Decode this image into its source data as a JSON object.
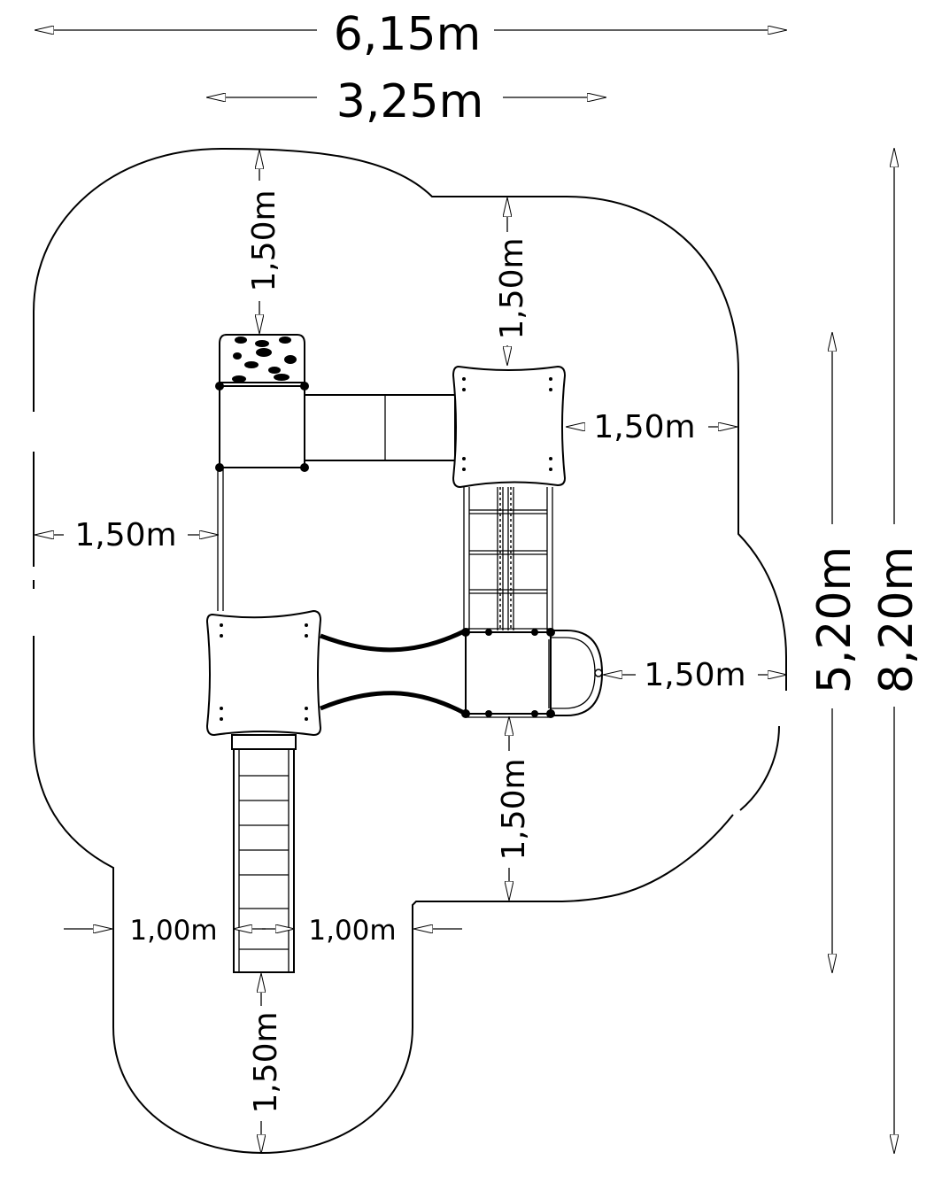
{
  "dimensions": {
    "overall_width": "6,15m",
    "structure_width": "3,25m",
    "structure_depth": "5,20m",
    "overall_depth": "8,20m",
    "clearance_top_left": "1,50m",
    "clearance_top_right": "1,50m",
    "clearance_right_upper": "1,50m",
    "clearance_left": "1,50m",
    "clearance_right_lower": "1,50m",
    "clearance_below_right": "1,50m",
    "slide_side_left": "1,00m",
    "slide_side_right": "1,00m",
    "clearance_bottom": "1,50m"
  }
}
